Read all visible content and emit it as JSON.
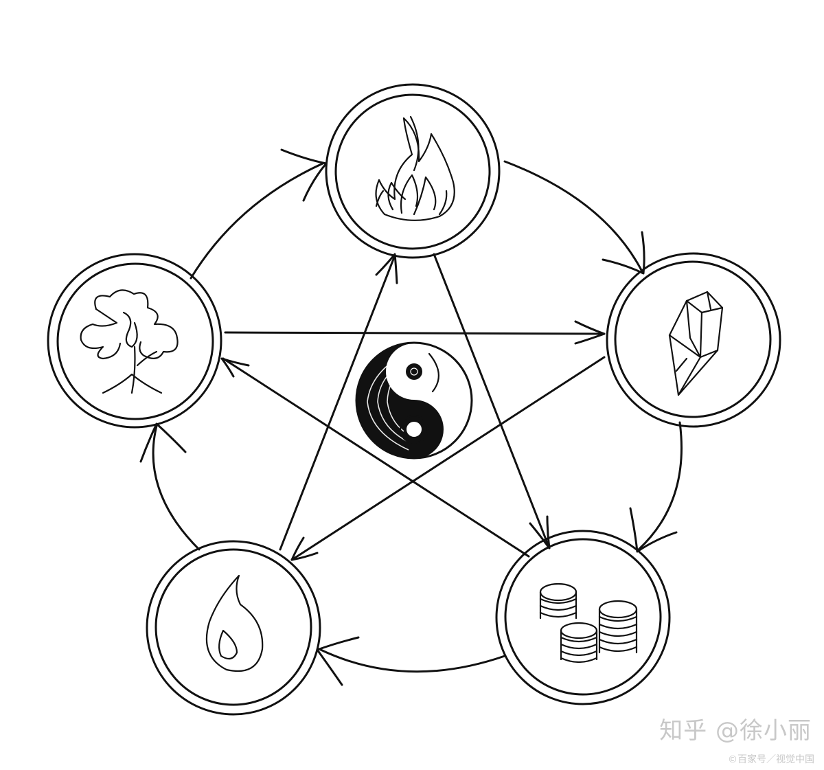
{
  "diagram": {
    "elements": [
      {
        "id": "fire",
        "icon": "flame-icon"
      },
      {
        "id": "metal",
        "icon": "crystal-icon"
      },
      {
        "id": "coins",
        "icon": "coins-icon"
      },
      {
        "id": "water",
        "icon": "water-drop-icon"
      },
      {
        "id": "wood",
        "icon": "tree-icon"
      }
    ],
    "center_icon": "yin-yang-icon",
    "line_color": "#111111",
    "background": "#ffffff"
  },
  "watermark": {
    "main": "知乎 @徐小丽",
    "sub": "©百家号／视觉中国",
    "color": "#c8c8c8"
  }
}
